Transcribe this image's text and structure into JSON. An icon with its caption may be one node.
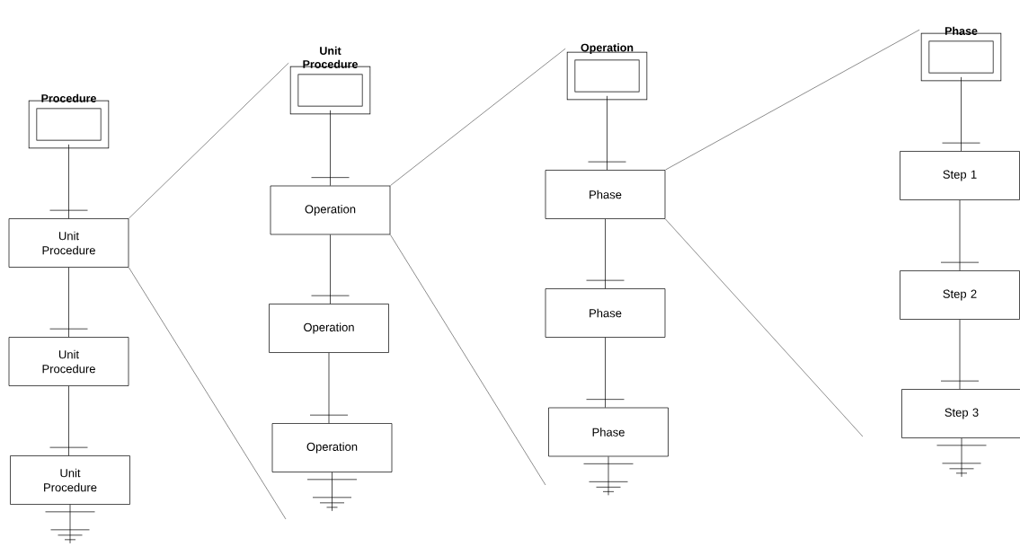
{
  "diagram": {
    "nodes": [
      {
        "text": [
          "Procedure"
        ]
      },
      {
        "text": [
          "Unit Procedure"
        ]
      },
      {
        "text": [
          "Unit Procedure"
        ]
      },
      {
        "text": [
          "Unit Procedure"
        ]
      },
      {
        "text": [
          "Unit Procedure"
        ]
      },
      {
        "text": [
          "Operation"
        ]
      },
      {
        "text": [
          "Operation"
        ]
      },
      {
        "text": [
          "Operation"
        ]
      },
      {
        "text": [
          "Operation"
        ]
      },
      {
        "text": [
          "Phase"
        ]
      },
      {
        "text": [
          "Phase"
        ]
      },
      {
        "text": [
          "Phase"
        ]
      },
      {
        "text": [
          "Phase"
        ]
      },
      {
        "text": [
          "Step 1"
        ]
      },
      {
        "text": [
          "Step 2"
        ]
      },
      {
        "text": [
          "Step 3"
        ]
      }
    ],
    "edges": [
      {
        "from": 0,
        "to": 1,
        "arrow": "none"
      },
      {
        "from": 1,
        "to": 2,
        "arrow": "none"
      },
      {
        "from": 2,
        "to": 3,
        "arrow": "none"
      },
      {
        "from": 4,
        "to": 5,
        "arrow": "none"
      },
      {
        "from": 5,
        "to": 6,
        "arrow": "none"
      },
      {
        "from": 6,
        "to": 7,
        "arrow": "none"
      },
      {
        "from": 8,
        "to": 9,
        "arrow": "none"
      },
      {
        "from": 9,
        "to": 10,
        "arrow": "none"
      },
      {
        "from": 10,
        "to": 11,
        "arrow": "none"
      },
      {
        "from": 12,
        "to": 13,
        "arrow": "none"
      },
      {
        "from": 13,
        "to": 14,
        "arrow": "none"
      },
      {
        "from": 14,
        "to": 15,
        "arrow": "none"
      },
      {
        "from": 1,
        "to": 4,
        "arrow": "none"
      },
      {
        "from": 1,
        "to": null,
        "arrow": "none"
      },
      {
        "from": 5,
        "to": 8,
        "arrow": "none"
      },
      {
        "from": 5,
        "to": null,
        "arrow": "none"
      },
      {
        "from": 9,
        "to": 12,
        "arrow": "none"
      },
      {
        "from": 9,
        "to": null,
        "arrow": "none"
      }
    ]
  }
}
